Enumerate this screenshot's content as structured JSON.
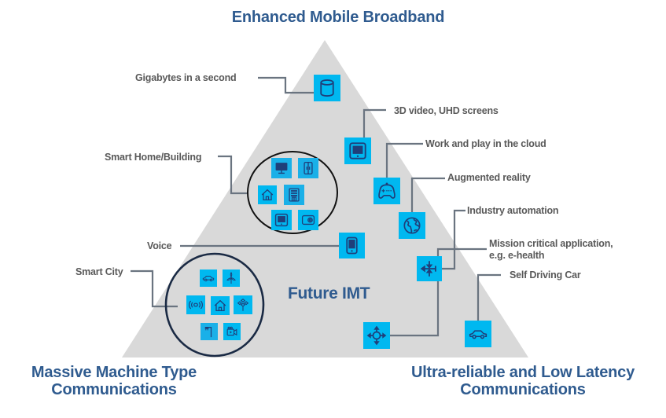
{
  "diagram": {
    "title_top": "Enhanced Mobile Broadband",
    "title_bottom_left": [
      "Massive Machine Type",
      "Communications"
    ],
    "title_bottom_right": [
      "Ultra-reliable  and Low Latency",
      "Communications"
    ],
    "center_label": "Future IMT",
    "colors": {
      "triangle_fill": "#d9d9d9",
      "icon_tile": "#00b8f0",
      "icon_stroke": "#1f3f7a",
      "connector": "#6a7480",
      "title_text": "#2f5b8f",
      "callout_text": "#595959",
      "circle_stroke": "#111111"
    },
    "callouts": [
      {
        "id": "gigabytes",
        "label": "Gigabytes in a second",
        "icon": "database-icon"
      },
      {
        "id": "uhd",
        "label": "3D video, UHD screens",
        "icon": "tablet-screen-icon"
      },
      {
        "id": "cloud",
        "label": "Work and play in the cloud",
        "icon": "gamepad-icon"
      },
      {
        "id": "ar",
        "label": "Augmented reality",
        "icon": "globe-icon"
      },
      {
        "id": "industry",
        "label": "Industry automation",
        "icon": "compress-arrows-icon"
      },
      {
        "id": "mission",
        "label": [
          "Mission  critical  application,",
          "e.g. e-health"
        ],
        "icon": "expand-arrows-icon"
      },
      {
        "id": "car",
        "label": "Self Driving Car",
        "icon": "car-icon"
      },
      {
        "id": "smarthome",
        "label": "Smart Home/Building",
        "icon": "smart-home-cluster"
      },
      {
        "id": "voice",
        "label": "Voice",
        "icon": "smartphone-icon"
      },
      {
        "id": "smartcity",
        "label": "Smart City",
        "icon": "smart-city-cluster"
      }
    ],
    "smart_home_icons": [
      "monitor-icon",
      "door-icon",
      "house-icon",
      "building-icon",
      "tablet-icon",
      "camera-safe-icon"
    ],
    "smart_city_icons": [
      "car-icon",
      "wind-turbine-icon",
      "wireless-signal-icon",
      "house-icon",
      "solar-flower-icon",
      "street-lamp-icon",
      "video-camera-icon"
    ]
  }
}
